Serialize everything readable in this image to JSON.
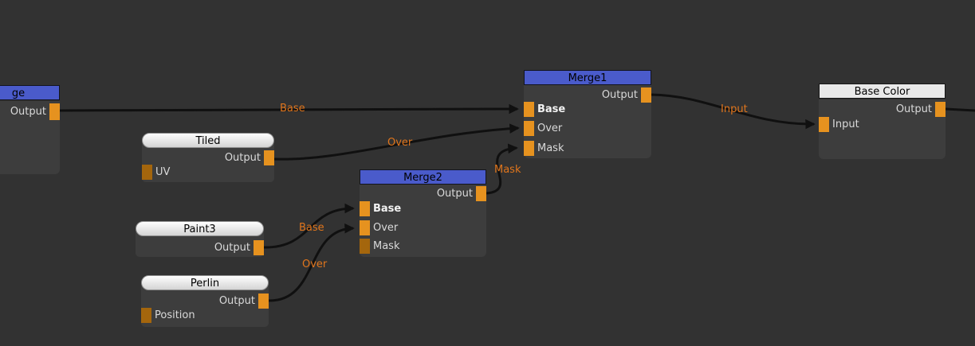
{
  "canvas": {
    "background": "#323232"
  },
  "colors": {
    "node_body": "#3d3d3d",
    "merge_header_blue": "#4a5bcb",
    "generator_header": "#ededed",
    "port_connected": "#e6921f",
    "port_unconnected": "#a4660d",
    "wire": "#101010",
    "wire_label": "#e0751c"
  },
  "nodes": {
    "cut": {
      "title": "ge",
      "output_label": "Output"
    },
    "tiled": {
      "title": "Tiled",
      "output_label": "Output",
      "inputs": {
        "uv": "UV"
      }
    },
    "paint3": {
      "title": "Paint3",
      "output_label": "Output"
    },
    "perlin": {
      "title": "Perlin",
      "output_label": "Output",
      "inputs": {
        "position": "Position"
      }
    },
    "merge2": {
      "title": "Merge2",
      "output_label": "Output",
      "inputs": {
        "base": "Base",
        "over": "Over",
        "mask": "Mask"
      }
    },
    "merge1": {
      "title": "Merge1",
      "output_label": "Output",
      "inputs": {
        "base": "Base",
        "over": "Over",
        "mask": "Mask"
      }
    },
    "base_color": {
      "title": "Base Color",
      "output_label": "Output",
      "inputs": {
        "input": "Input"
      }
    }
  },
  "wire_labels": {
    "merge1_base": "Base",
    "merge1_over": "Over",
    "merge1_mask": "Mask",
    "merge2_base": "Base",
    "merge2_over": "Over",
    "base_color_input": "Input"
  }
}
